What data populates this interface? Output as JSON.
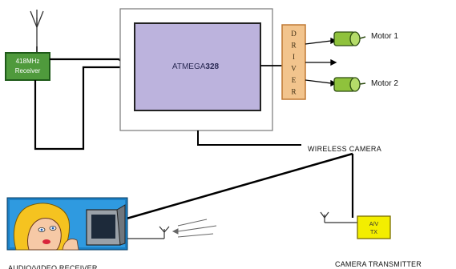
{
  "receiver_label": "418MHz Receiver",
  "mcu_label_prefix": "ATMEGA",
  "mcu_label_suffix": "328",
  "driver_letters": [
    "D",
    "R",
    "I",
    "V",
    "E",
    "R"
  ],
  "motor1_label": "Motor 1",
  "motor2_label": "Motor 2",
  "wireless_camera_label": "WIRELESS CAMERA",
  "av_tx_label_line1": "A/V",
  "av_tx_label_line2": "TX",
  "camera_transmitter_label": "CAMERA TRANSMITTER",
  "audio_video_receiver_label": "AUDIO/VIDEO RECEIVER",
  "colors": {
    "receiver_fill": "#4f9a3c",
    "receiver_border": "#1f5a1a",
    "mcu_fill": "#bcb3dd",
    "driver_fill": "#f2c48d",
    "driver_border": "#c07a35",
    "motor_fill": "#8fc23c",
    "tx_fill": "#f3ee00",
    "line": "#000000"
  }
}
